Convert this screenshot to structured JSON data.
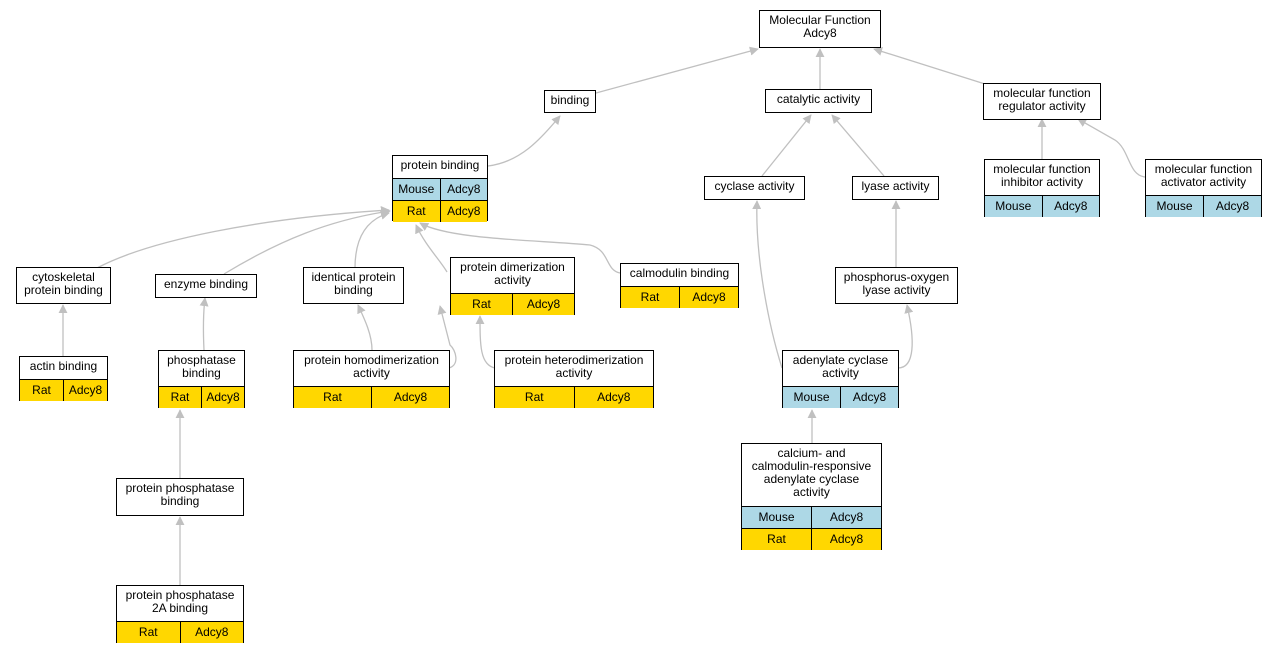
{
  "colors": {
    "mouse": "#add8e6",
    "rat": "#ffd700",
    "edge": "#c0c0c0"
  },
  "nodes": {
    "root": {
      "title": "Molecular Function\nAdcy8"
    },
    "binding": {
      "title": "binding"
    },
    "catalytic": {
      "title": "catalytic activity"
    },
    "mfreg": {
      "title": "molecular function\nregulator activity"
    },
    "protbind": {
      "title": "protein binding",
      "rows": [
        [
          "Mouse",
          "Adcy8"
        ],
        [
          "Rat",
          "Adcy8"
        ]
      ]
    },
    "cyclase": {
      "title": "cyclase activity"
    },
    "lyase": {
      "title": "lyase activity"
    },
    "inhibitor": {
      "title": "molecular function\ninhibitor activity",
      "rows": [
        [
          "Mouse",
          "Adcy8"
        ]
      ]
    },
    "activator": {
      "title": "molecular function\nactivator activity",
      "rows": [
        [
          "Mouse",
          "Adcy8"
        ]
      ]
    },
    "cytoskel": {
      "title": "cytoskeletal\nprotein binding"
    },
    "enzyme": {
      "title": "enzyme binding"
    },
    "identical": {
      "title": "identical protein\nbinding"
    },
    "dimer": {
      "title": "protein dimerization\nactivity",
      "rows": [
        [
          "Rat",
          "Adcy8"
        ]
      ]
    },
    "calmod": {
      "title": "calmodulin binding",
      "rows": [
        [
          "Rat",
          "Adcy8"
        ]
      ]
    },
    "phoslyase": {
      "title": "phosphorus-oxygen\nlyase activity"
    },
    "actin": {
      "title": "actin binding",
      "rows": [
        [
          "Rat",
          "Adcy8"
        ]
      ]
    },
    "phosphatase": {
      "title": "phosphatase\nbinding",
      "rows": [
        [
          "Rat",
          "Adcy8"
        ]
      ]
    },
    "homodimer": {
      "title": "protein homodimerization\nactivity",
      "rows": [
        [
          "Rat",
          "Adcy8"
        ]
      ]
    },
    "heterodimer": {
      "title": "protein heterodimerization\nactivity",
      "rows": [
        [
          "Rat",
          "Adcy8"
        ]
      ]
    },
    "adenylate": {
      "title": "adenylate cyclase\nactivity",
      "rows": [
        [
          "Mouse",
          "Adcy8"
        ]
      ]
    },
    "protphos": {
      "title": "protein phosphatase\nbinding"
    },
    "calcium": {
      "title": "calcium- and\ncalmodulin-responsive\nadenylate cyclase\nactivity",
      "rows": [
        [
          "Mouse",
          "Adcy8"
        ],
        [
          "Rat",
          "Adcy8"
        ]
      ]
    },
    "pp2a": {
      "title": "protein phosphatase\n2A binding",
      "rows": [
        [
          "Rat",
          "Adcy8"
        ]
      ]
    }
  }
}
